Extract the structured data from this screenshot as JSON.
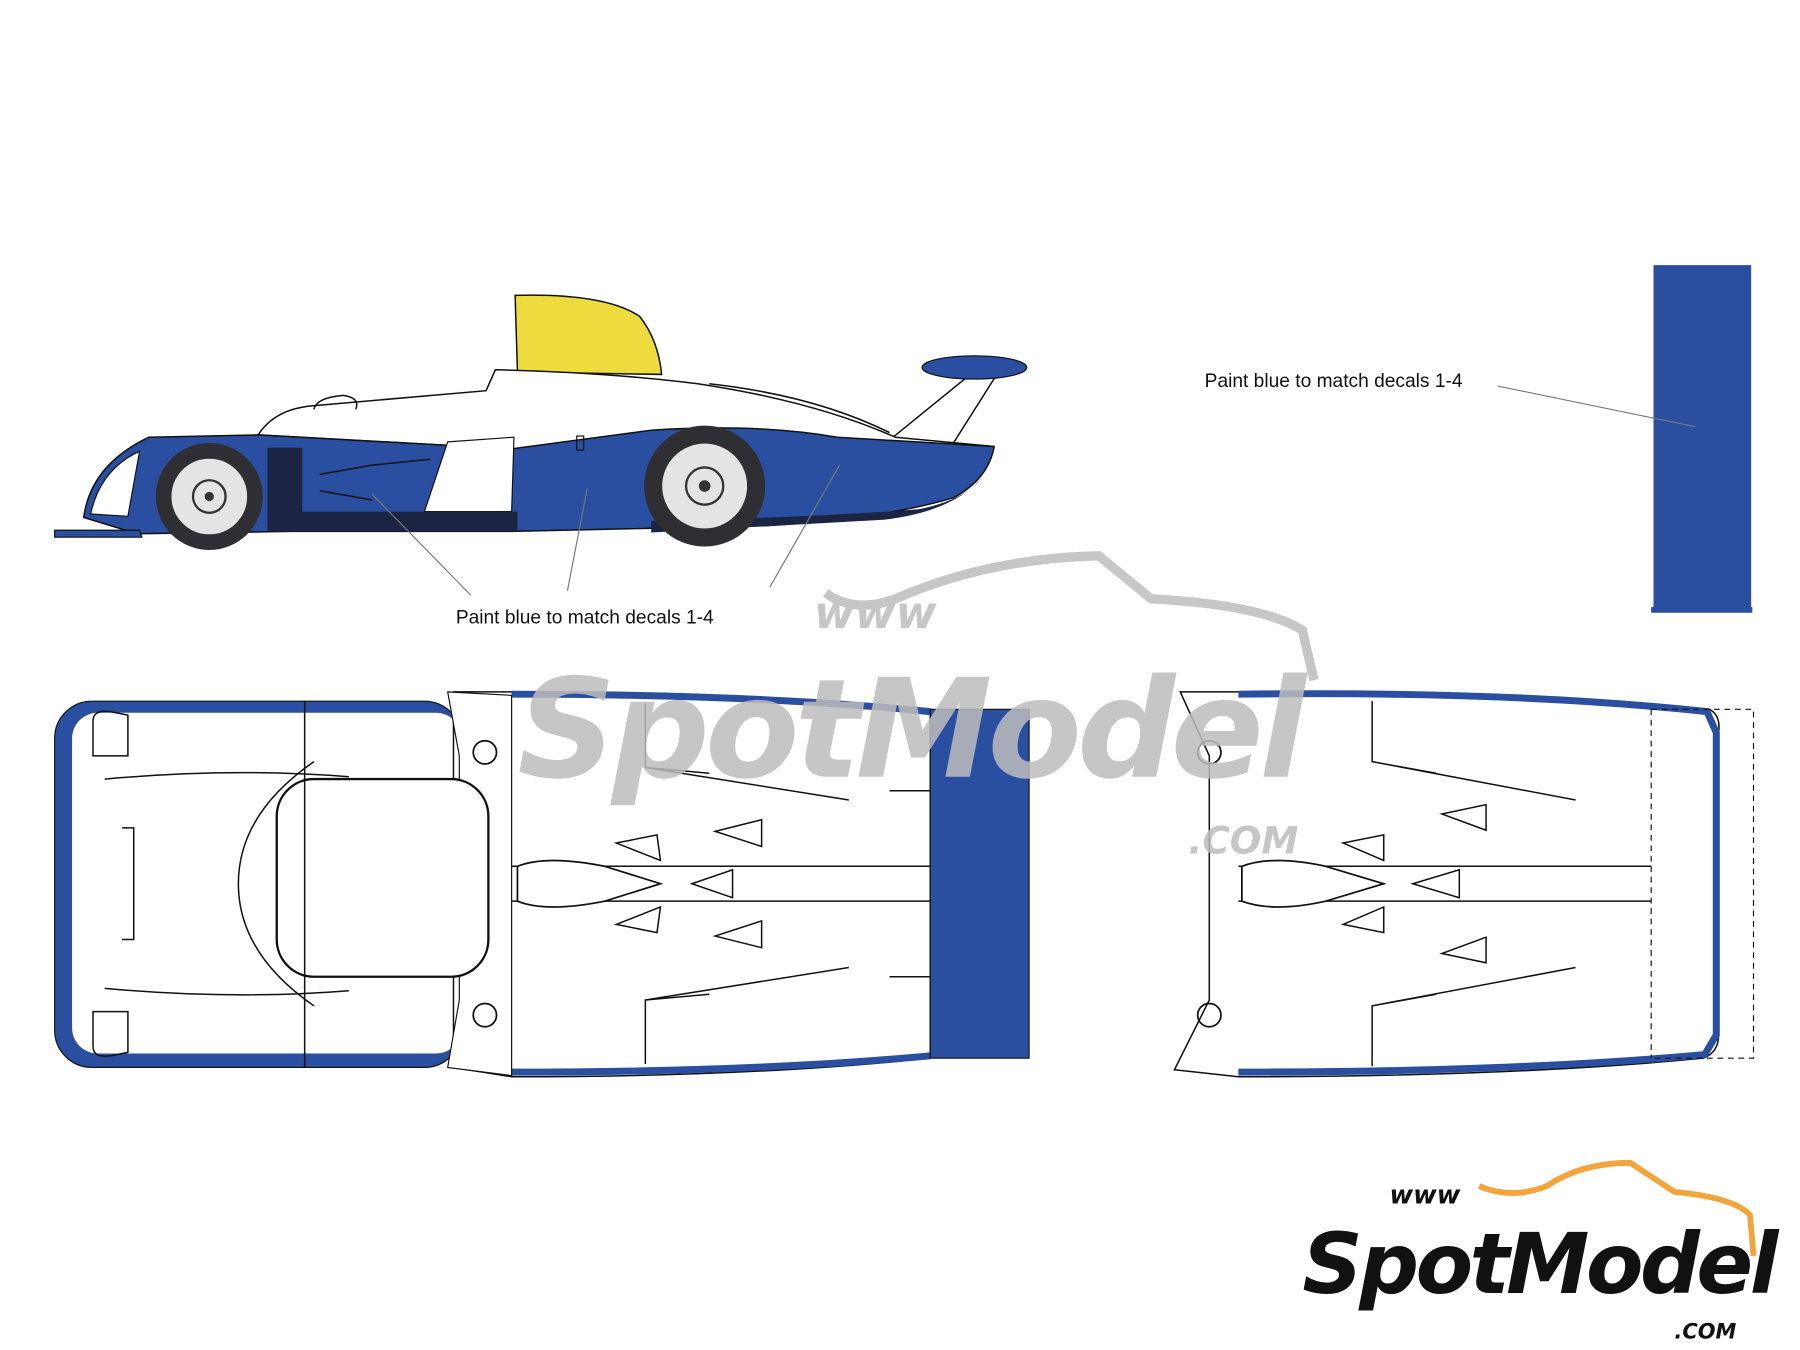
{
  "colors": {
    "paint_blue": "#2a4ea0",
    "dark_navy": "#1b2442",
    "yellow": "#eedc3e",
    "watermark_gray": "#bdbdbd",
    "logo_orange": "#f2a53a"
  },
  "annotations": {
    "side_view_label": "Paint blue to match decals 1-4",
    "wing_label": "Paint blue to match decals 1-4"
  },
  "watermark": {
    "www": "www",
    "brand": "SpotModel",
    "com": ".COM"
  },
  "logo": {
    "www": "www",
    "brand": "SpotModel",
    "com": ".COM"
  }
}
